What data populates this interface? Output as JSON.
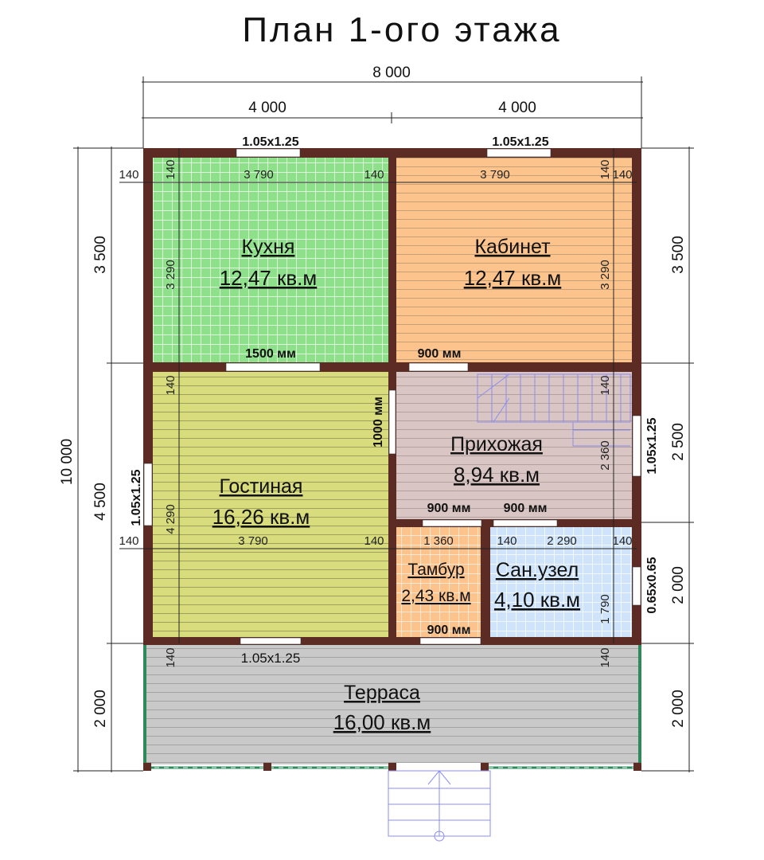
{
  "title": "План 1-ого этажа",
  "dimensions": {
    "overall_width": "8 000",
    "half_widths": [
      "4 000",
      "4 000"
    ],
    "overall_height": "10 000",
    "left": [
      "3 500",
      "4 500",
      "2 000"
    ],
    "right": [
      "3 500",
      "2 500",
      "2 000",
      "2 000"
    ]
  },
  "rooms": [
    {
      "name": "Кухня",
      "area": "12,47 кв.м"
    },
    {
      "name": "Кабинет",
      "area": "12,47 кв.м"
    },
    {
      "name": "Гостиная",
      "area": "16,26 кв.м"
    },
    {
      "name": "Прихожая",
      "area": "8,94 кв.м"
    },
    {
      "name": "Тамбур",
      "area": "2,43 кв.м"
    },
    {
      "name": "Сан.узел",
      "area": "4,10 кв.м"
    },
    {
      "name": "Терраса",
      "area": "16,00 кв.м"
    }
  ],
  "interior_dims": {
    "wall": "140",
    "kitchen_w": "3 790",
    "kitchen_h": "3 290",
    "cabinet_w": "3 790",
    "cabinet_h": "3 290",
    "living_w": "3 790",
    "living_h": "4 290",
    "hall_h": "2 360",
    "tambur_w": "1 360",
    "bath_w": "2 290",
    "bath_h": "1 790"
  },
  "openings": {
    "window_std": "1.05x1.25",
    "window_small": "0.65x0.65",
    "door_kitchen": "1500 мм",
    "door_cabinet": "900 мм",
    "door_living": "1000 мм",
    "door_tambur": "900 мм",
    "door_bath": "900 мм",
    "door_entry": "900 мм"
  },
  "colors": {
    "wall": "#5b2b24",
    "kitchen": "#8fe08a",
    "cabinet": "#fcc48c",
    "living": "#d8dc7c",
    "hall": "#d9c6c4",
    "tambur": "#fcc48c",
    "bath": "#cfe4fa",
    "terrace": "#c9c9c9"
  }
}
